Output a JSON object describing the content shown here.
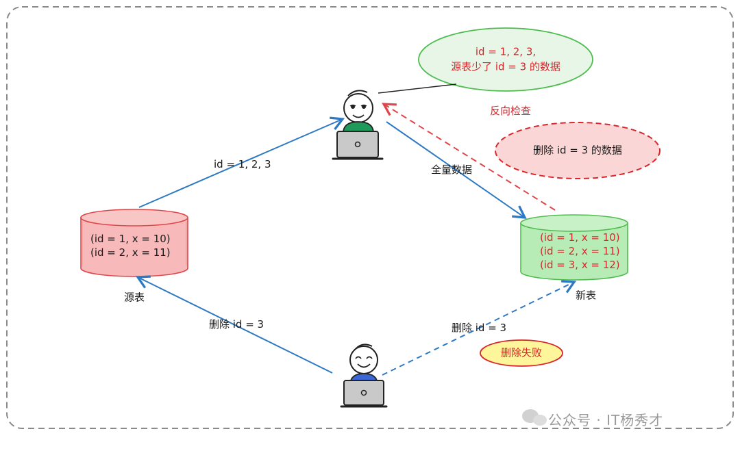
{
  "diagram": {
    "actors": {
      "top_person": "person-with-laptop-icon",
      "bottom_person": "person-with-laptop-icon"
    },
    "tables": {
      "source": {
        "name": "源表",
        "rows": [
          "(id = 1, x = 10)",
          "(id = 2, x = 11)"
        ],
        "fill": "#f7b9b9",
        "stroke": "#e0454a"
      },
      "new": {
        "name": "新表",
        "rows": [
          "(id = 1, x = 10)",
          "(id = 2, x = 11)",
          "(id = 3, x = 12)"
        ],
        "fill": "#b7ecb7",
        "stroke": "#4ebd4e",
        "text_color": "#d9262b"
      }
    },
    "edges": {
      "source_to_top": "id = 1, 2, 3",
      "top_to_new": "全量数据",
      "bottom_to_source": "删除 id = 3",
      "bottom_to_new": "删除 id = 3",
      "reverse_check": "反向检查"
    },
    "bubbles": {
      "result": {
        "line1": "id = 1, 2, 3,",
        "line2": "源表少了 id = 3 的数据",
        "fill": "#e8f6e8",
        "stroke": "#4ebd4e"
      },
      "delete": {
        "text": "删除 id = 3 的数据",
        "fill": "#fbd6d6",
        "stroke": "#d9262b"
      },
      "fail": {
        "text": "删除失败",
        "fill": "#fff59a",
        "stroke": "#d9262b"
      }
    },
    "colors": {
      "blue_arrow": "#2e79c4",
      "red_dashed": "#e0454a",
      "frame": "#8a8a8a"
    }
  },
  "watermark": "公众号 · IT杨秀才"
}
